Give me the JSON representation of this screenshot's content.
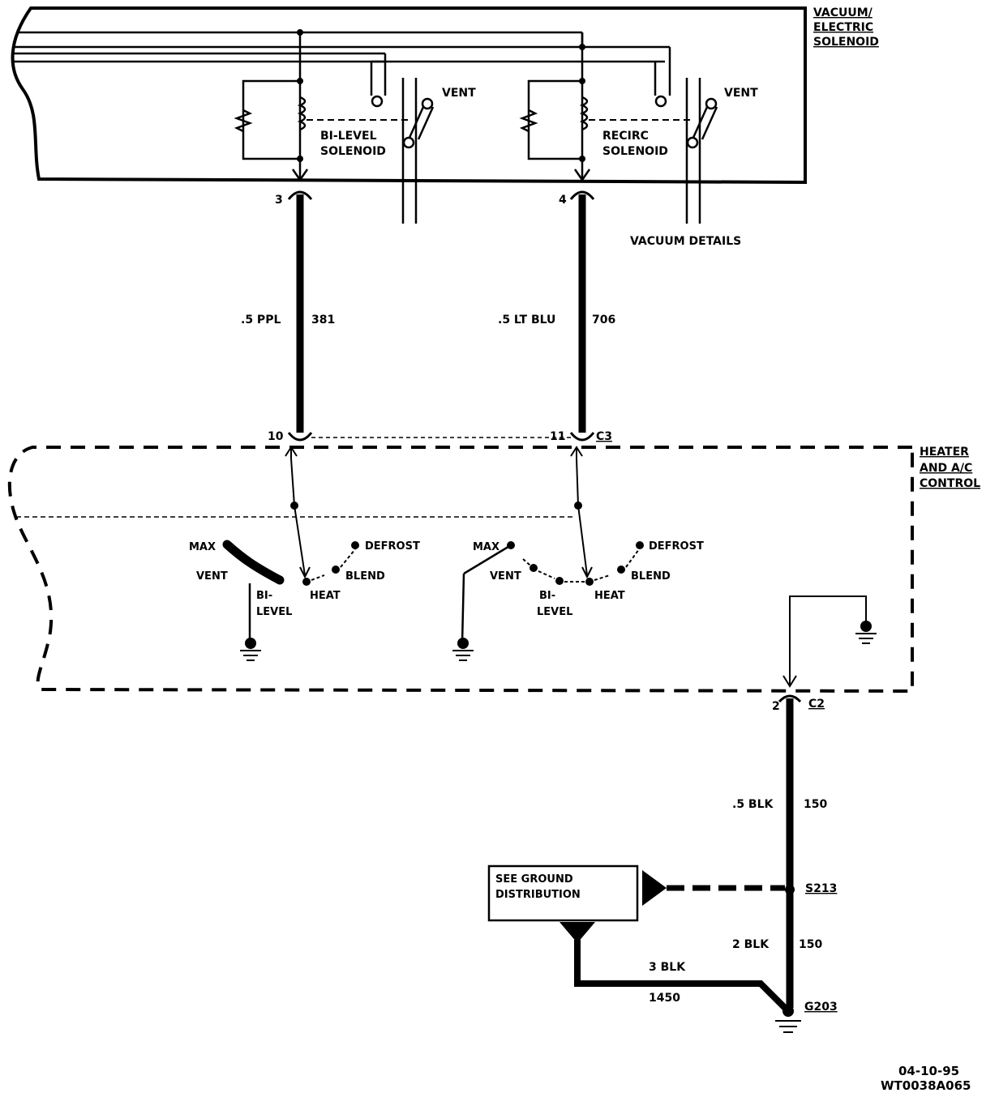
{
  "components": {
    "vacuum_solenoid": {
      "title_lines": [
        "VACUUM/",
        "ELECTRIC",
        "SOLENOID"
      ]
    },
    "heater_control": {
      "title_lines": [
        "HEATER",
        "AND A/C",
        "CONTROL"
      ]
    },
    "ground_box": {
      "lines": [
        "SEE GROUND",
        "DISTRIBUTION"
      ]
    }
  },
  "solenoids": {
    "bilevel": {
      "lines": [
        "BI-LEVEL",
        "SOLENOID"
      ],
      "vent": "VENT"
    },
    "recirc": {
      "lines": [
        "RECIRC",
        "SOLENOID"
      ],
      "vent": "VENT"
    }
  },
  "vacuum_details": "VACUUM DETAILS",
  "pins": {
    "p3": "3",
    "p4": "4",
    "p10": "10",
    "p11": "11",
    "p2": "2",
    "c3": "C3",
    "c2": "C2"
  },
  "wires": {
    "w381": {
      "size_color": ".5 PPL",
      "circuit": "381"
    },
    "w706": {
      "size_color": ".5 LT BLU",
      "circuit": "706"
    },
    "w150a": {
      "size_color": ".5 BLK",
      "circuit": "150"
    },
    "w150b": {
      "size_color": "2 BLK",
      "circuit": "150"
    },
    "w1450": {
      "size_color": "3 BLK",
      "circuit": "1450"
    }
  },
  "splice": "S213",
  "ground": "G203",
  "switch_labels": {
    "max": "MAX",
    "vent": "VENT",
    "bi": "BI-",
    "level": "LEVEL",
    "heat": "HEAT",
    "blend": "BLEND",
    "defrost": "DEFROST"
  },
  "footer": {
    "date": "04-10-95",
    "code": "WT0038A065"
  }
}
